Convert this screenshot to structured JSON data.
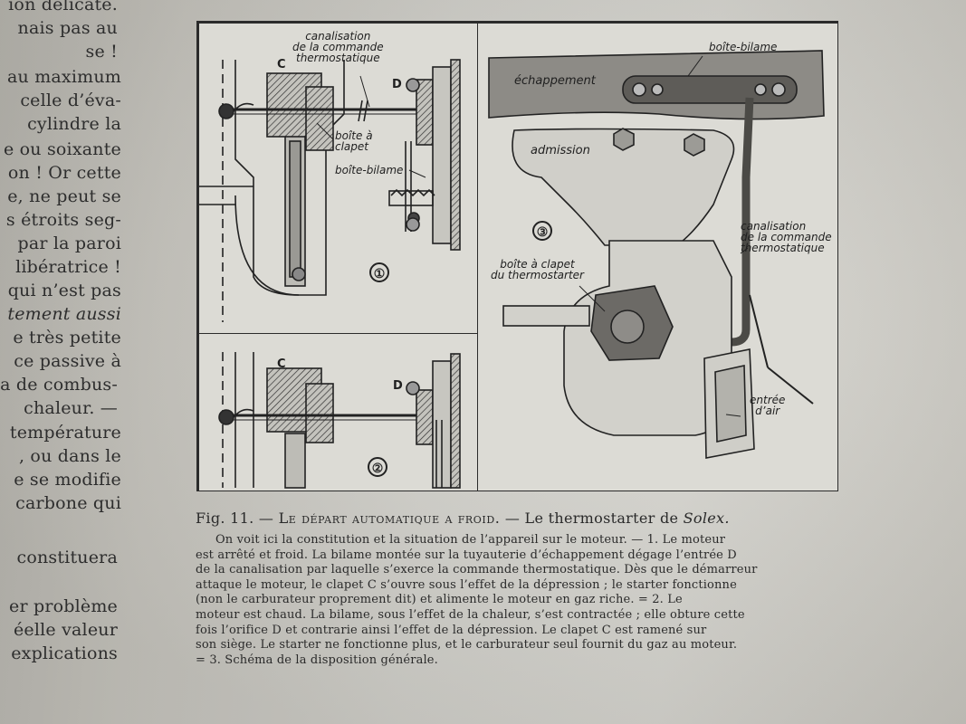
{
  "left_column": [
    {
      "text": "ion délicate.",
      "italic": false
    },
    {
      "text": "nais pas au",
      "italic": false
    },
    {
      "text": "se !",
      "italic": false
    },
    {
      "text": "au maximum",
      "italic": false
    },
    {
      "text": "celle d’éva-",
      "italic": false
    },
    {
      "text": "cylindre la",
      "italic": false
    },
    {
      "text": "e ou soixante",
      "italic": false
    },
    {
      "text": "on ! Or cette",
      "italic": false
    },
    {
      "text": "e, ne peut se",
      "italic": false
    },
    {
      "text": "s étroits seg-",
      "italic": false
    },
    {
      "text": "par la paroi",
      "italic": false
    },
    {
      "text": "libératrice !",
      "italic": false
    },
    {
      "text": "qui n’est pas",
      "italic": false
    },
    {
      "text": "tement aussi",
      "italic": true
    },
    {
      "text": "e très petite",
      "italic": false
    },
    {
      "text": "ce passive à",
      "italic": false
    },
    {
      "text": "a de combus-",
      "italic": false
    },
    {
      "text": "chaleur. —",
      "italic": false
    },
    {
      "text": "température",
      "italic": false
    },
    {
      "text": ", ou dans le",
      "italic": false
    },
    {
      "text": "e se modifie",
      "italic": false
    },
    {
      "text": "carbone qui",
      "italic": false
    },
    {
      "text": "constituera",
      "italic": false
    },
    {
      "text": "er problème",
      "italic": false
    },
    {
      "text": "éelle valeur",
      "italic": false
    },
    {
      "text": "explications",
      "italic": false
    }
  ],
  "figure": {
    "panel1": {
      "number": "①",
      "label_c": "C",
      "label_d": "D",
      "canalisation": [
        "canalisation",
        "de la commande",
        "thermostatique"
      ],
      "boite_clapet": [
        "boîte à",
        "clapet"
      ],
      "boite_bilame": "boîte-bilame"
    },
    "panel2": {
      "number": "②",
      "label_c": "C",
      "label_d": "D"
    },
    "panel3": {
      "number": "③",
      "boite_bilame": "boîte-bilame",
      "echappement": "échappement",
      "admission": "admission",
      "canalisation": [
        "canalisation",
        "de la commande",
        "thermostatique"
      ],
      "boite_thermostarter": [
        "boîte à clapet",
        "du thermostarter"
      ],
      "entree_air": [
        "entrée",
        "d’air"
      ]
    }
  },
  "caption": {
    "prefix": "Fig. 11. — ",
    "smallcaps": "Le départ automatique a froid.",
    "middle": " — Le thermostarter de ",
    "italic": "Solex.",
    "lines": [
      "On voit ici la constitution et la situation de l’appareil sur le moteur. — 1. Le moteur",
      "est arrêté et froid. La bilame montée sur la tuyauterie d’échappement dégage l’entrée D",
      "de la canalisation par laquelle s’exerce la commande thermostatique. Dès que le démarreur",
      "attaque le moteur, le clapet C s’ouvre sous l’effet de la dépression ; le starter fonctionne",
      "(non le carburateur proprement dit) et alimente le moteur en gaz riche. = 2. Le",
      "moteur est chaud. La bilame, sous l’effet de la chaleur, s’est contractée ; elle obture cette",
      "fois l’orifice D et contrarie ainsi l’effet de la dépression. Le clapet C est ramené sur",
      "son siège. Le starter ne fonctionne plus, et le carburateur seul fournit du gaz au moteur.",
      "= 3. Schéma de la disposition générale."
    ]
  },
  "colors": {
    "paper": "#d4d3cd",
    "ink": "#2a2a2a",
    "exhaust_fill": "#8d8b86"
  }
}
